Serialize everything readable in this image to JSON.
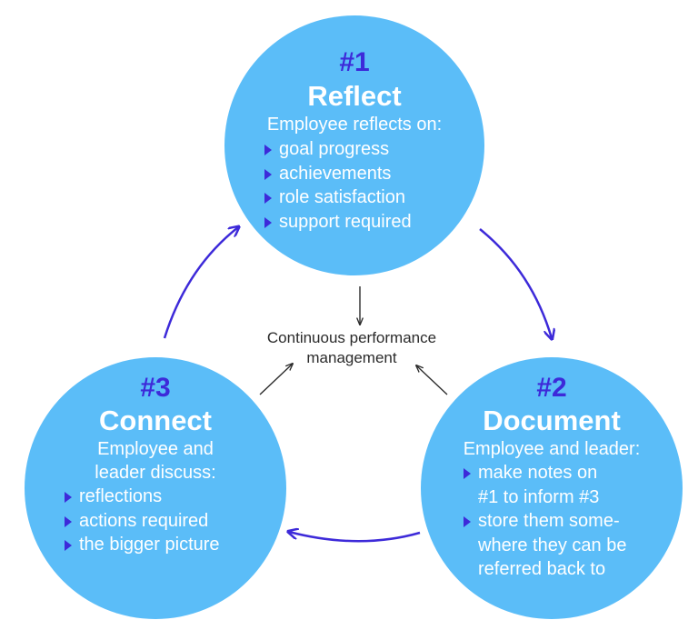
{
  "steps": {
    "reflect": {
      "number": "#1",
      "title": "Reflect",
      "intro": "Employee reflects on:",
      "bullets": [
        "goal progress",
        "achievements",
        "role satisfaction",
        "support required"
      ]
    },
    "document": {
      "number": "#2",
      "title": "Document",
      "intro": "Employee and leader:",
      "bullets": [
        {
          "lines": [
            "make notes on",
            "#1 to inform #3"
          ]
        },
        {
          "lines": [
            "store them some-",
            "where they can be",
            "referred back to"
          ]
        }
      ]
    },
    "connect": {
      "number": "#3",
      "title": "Connect",
      "intro_lines": [
        "Employee and",
        "leader discuss:"
      ],
      "bullets": [
        "reflections",
        "actions required",
        "the bigger picture"
      ]
    }
  },
  "center": {
    "lines": [
      "Continuous performance",
      "management"
    ]
  },
  "colors": {
    "circle_fill": "#5bbdf8",
    "accent": "#3d2ad9",
    "text_on_circle": "#ffffff",
    "center_text": "#2b2b2b"
  },
  "icons": {
    "bullet": "triangle-right-icon",
    "cycle_arrow": "curved-arrow-icon",
    "center_arrow": "straight-arrow-icon"
  }
}
